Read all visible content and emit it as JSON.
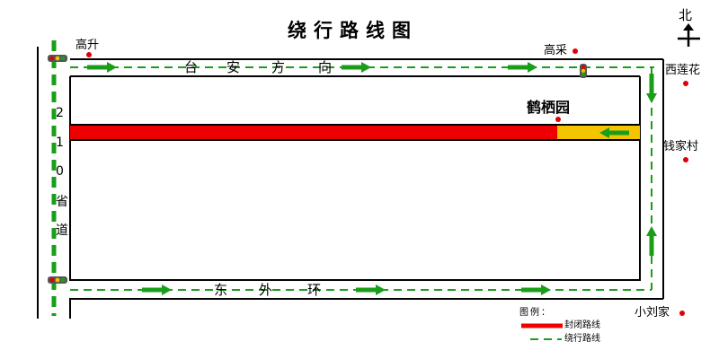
{
  "title": "绕行路线图",
  "compass": {
    "label": "北",
    "icon": "north-arrow-icon"
  },
  "roads": {
    "north": [
      "台",
      "安",
      "方",
      "向"
    ],
    "south": [
      "东",
      "外",
      "环"
    ],
    "west": [
      "2",
      "1",
      "0",
      "省",
      "道"
    ]
  },
  "places": {
    "gaosheng": "高升",
    "gaocai": "高采",
    "xilianhua": "西莲花",
    "qianjiacun": "钱家村",
    "heqiyuan": "鹤栖园",
    "xiaoliujia": "小刘家"
  },
  "legend": {
    "title": "图例：",
    "closed": "封闭路线",
    "detour": "绕行路线"
  },
  "colors": {
    "closed_road": "#ee0000",
    "closed_segment_end": "#f5c400",
    "detour": "#1a9e1a",
    "poi": "#e00000",
    "road_outline": "#000000"
  },
  "icons": [
    "traffic-light-icon",
    "green-arrow-icon",
    "location-dot-icon",
    "north-arrow-icon"
  ]
}
